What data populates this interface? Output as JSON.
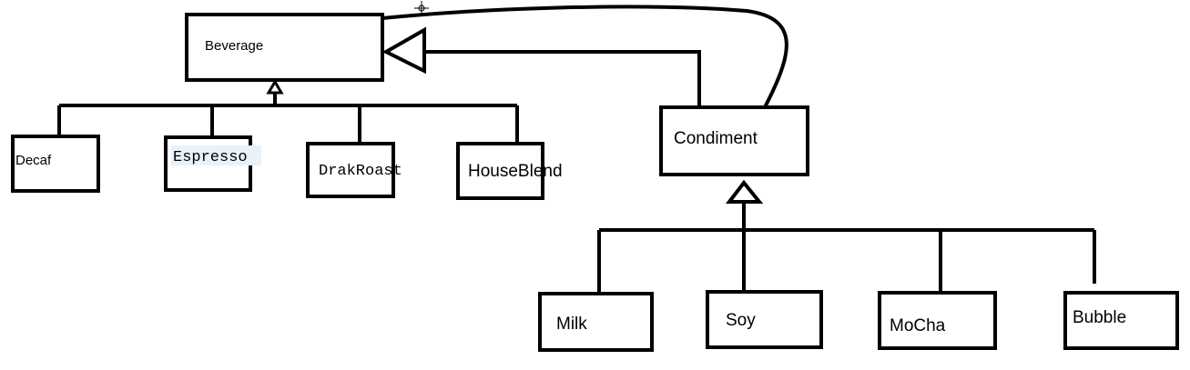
{
  "diagram": {
    "classes": {
      "beverage": "Beverage",
      "decaf": "Decaf",
      "espresso": "Espresso",
      "drakroast": "DrakRoast",
      "houseblend": "HouseBlend",
      "condiment": "Condiment",
      "milk": "Milk",
      "soy": "Soy",
      "mocha": "MoCha",
      "bubble": "Bubble"
    },
    "relationships": [
      {
        "type": "inheritance",
        "from": "Decaf",
        "to": "Beverage"
      },
      {
        "type": "inheritance",
        "from": "Espresso",
        "to": "Beverage"
      },
      {
        "type": "inheritance",
        "from": "DrakRoast",
        "to": "Beverage"
      },
      {
        "type": "inheritance",
        "from": "HouseBlend",
        "to": "Beverage"
      },
      {
        "type": "inheritance",
        "from": "Condiment",
        "to": "Beverage"
      },
      {
        "type": "association",
        "from": "Condiment",
        "to": "Beverage"
      },
      {
        "type": "inheritance",
        "from": "Milk",
        "to": "Condiment"
      },
      {
        "type": "inheritance",
        "from": "Soy",
        "to": "Condiment"
      },
      {
        "type": "inheritance",
        "from": "MoCha",
        "to": "Condiment"
      },
      {
        "type": "inheritance",
        "from": "Bubble",
        "to": "Condiment"
      }
    ],
    "colors": {
      "stroke": "#000000",
      "highlight": "#e8f2fb"
    }
  }
}
